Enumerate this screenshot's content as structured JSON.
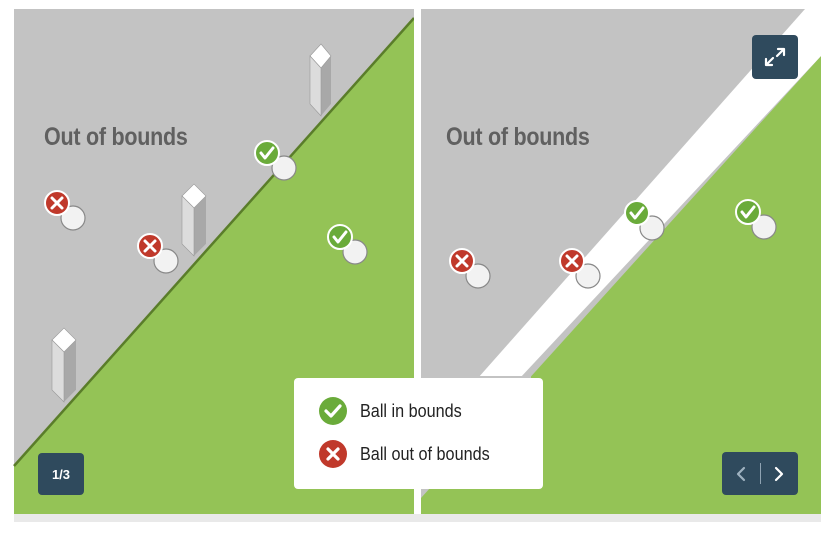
{
  "panels": [
    {
      "label": "Out of bounds"
    },
    {
      "label": "Out of bounds"
    }
  ],
  "counter": "1/3",
  "legend": {
    "in_bounds": "Ball in bounds",
    "out_of_bounds": "Ball out of bounds"
  },
  "colors": {
    "grass": "#94c356",
    "ground": "#c3c3c3",
    "line_white": "#ffffff",
    "check_green": "#6aab3a",
    "cross_red": "#c0392b",
    "button": "#2f4a5d"
  },
  "icons": {
    "expand": "expand-icon",
    "prev": "chevron-left-icon",
    "next": "chevron-right-icon",
    "in": "check-circle-icon",
    "out": "x-circle-icon"
  }
}
